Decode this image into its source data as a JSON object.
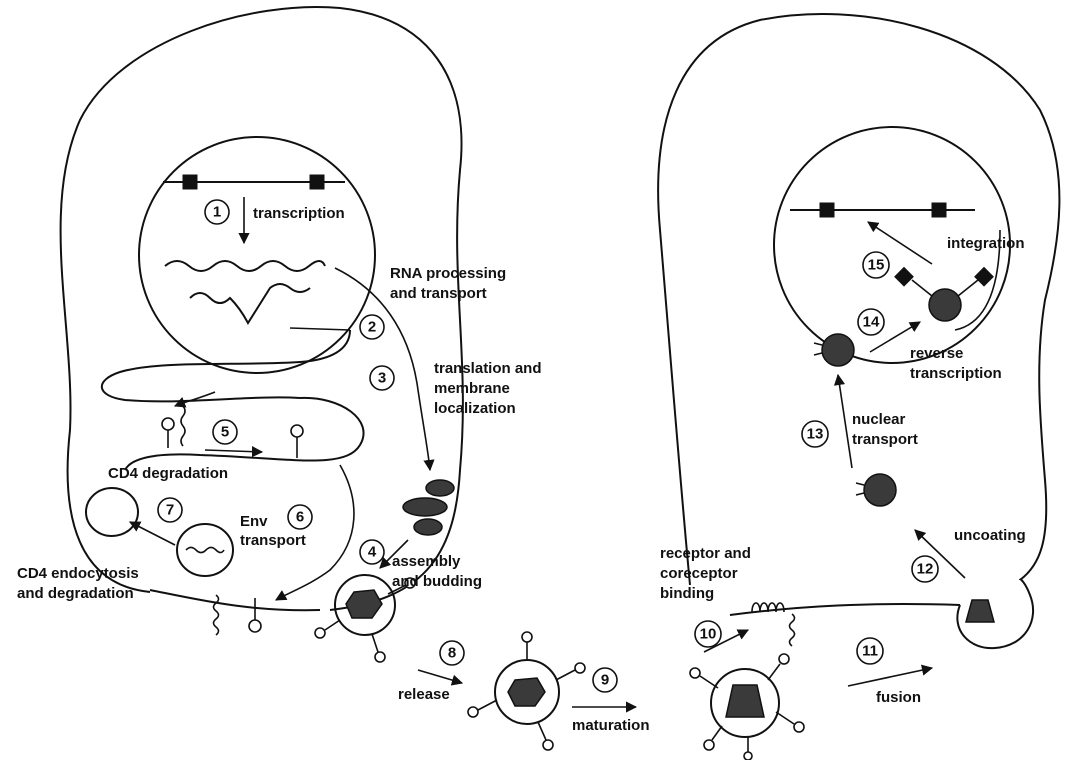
{
  "labels": {
    "transcription": "transcription",
    "rna_processing_1": "RNA processing",
    "rna_processing_2": "and transport",
    "translation_1": "translation and",
    "translation_2": "membrane",
    "translation_3": "localization",
    "cd4_degradation": "CD4 degradation",
    "env_transport_1": "Env",
    "env_transport_2": "transport",
    "cd4_endocytosis_1": "CD4 endocytosis",
    "cd4_endocytosis_2": "and degradation",
    "assembly_1": "assembly",
    "assembly_2": "and budding",
    "release": "release",
    "maturation": "maturation",
    "receptor_1": "receptor and",
    "receptor_2": "coreceptor",
    "receptor_3": "binding",
    "fusion": "fusion",
    "uncoating": "uncoating",
    "nuclear_transport_1": "nuclear",
    "nuclear_transport_2": "transport",
    "reverse_transcription_1": "reverse",
    "reverse_transcription_2": "transcription",
    "integration": "integration"
  },
  "steps": [
    "1",
    "2",
    "3",
    "4",
    "5",
    "6",
    "7",
    "8",
    "9",
    "10",
    "11",
    "12",
    "13",
    "14",
    "15"
  ]
}
